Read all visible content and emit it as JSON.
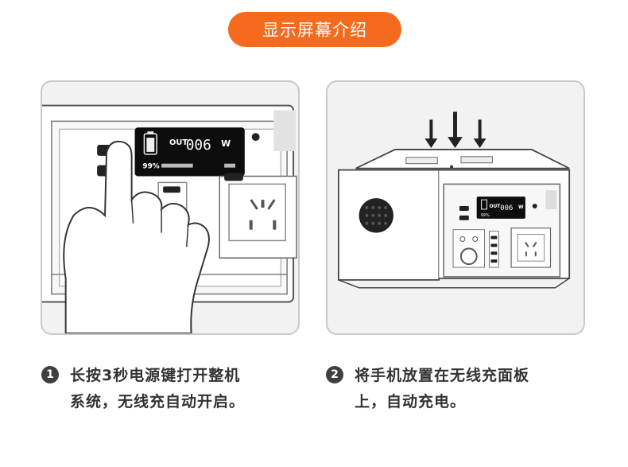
{
  "header": {
    "title": "显示屏幕介绍"
  },
  "left_panel": {
    "display_label": "OUT",
    "display_value": "006",
    "display_unit": "W",
    "battery_percent": "99%"
  },
  "right_panel": {
    "display_label": "OUT",
    "display_value": "006",
    "display_unit": "W",
    "battery_percent": "99%"
  },
  "steps": [
    {
      "number": "1",
      "line1": "长按3秒电源键打开整机",
      "line2": "系统，无线充自动开启。"
    },
    {
      "number": "2",
      "line1": "将手机放置在无线充面板",
      "line2": "上，自动充电。"
    }
  ],
  "colors": {
    "accent": "#f46b1e",
    "display_bg": "#0d0d0d"
  },
  "icons": [
    "battery-icon",
    "down-arrow-icon",
    "ac-outlet-icon",
    "hand-icon"
  ]
}
